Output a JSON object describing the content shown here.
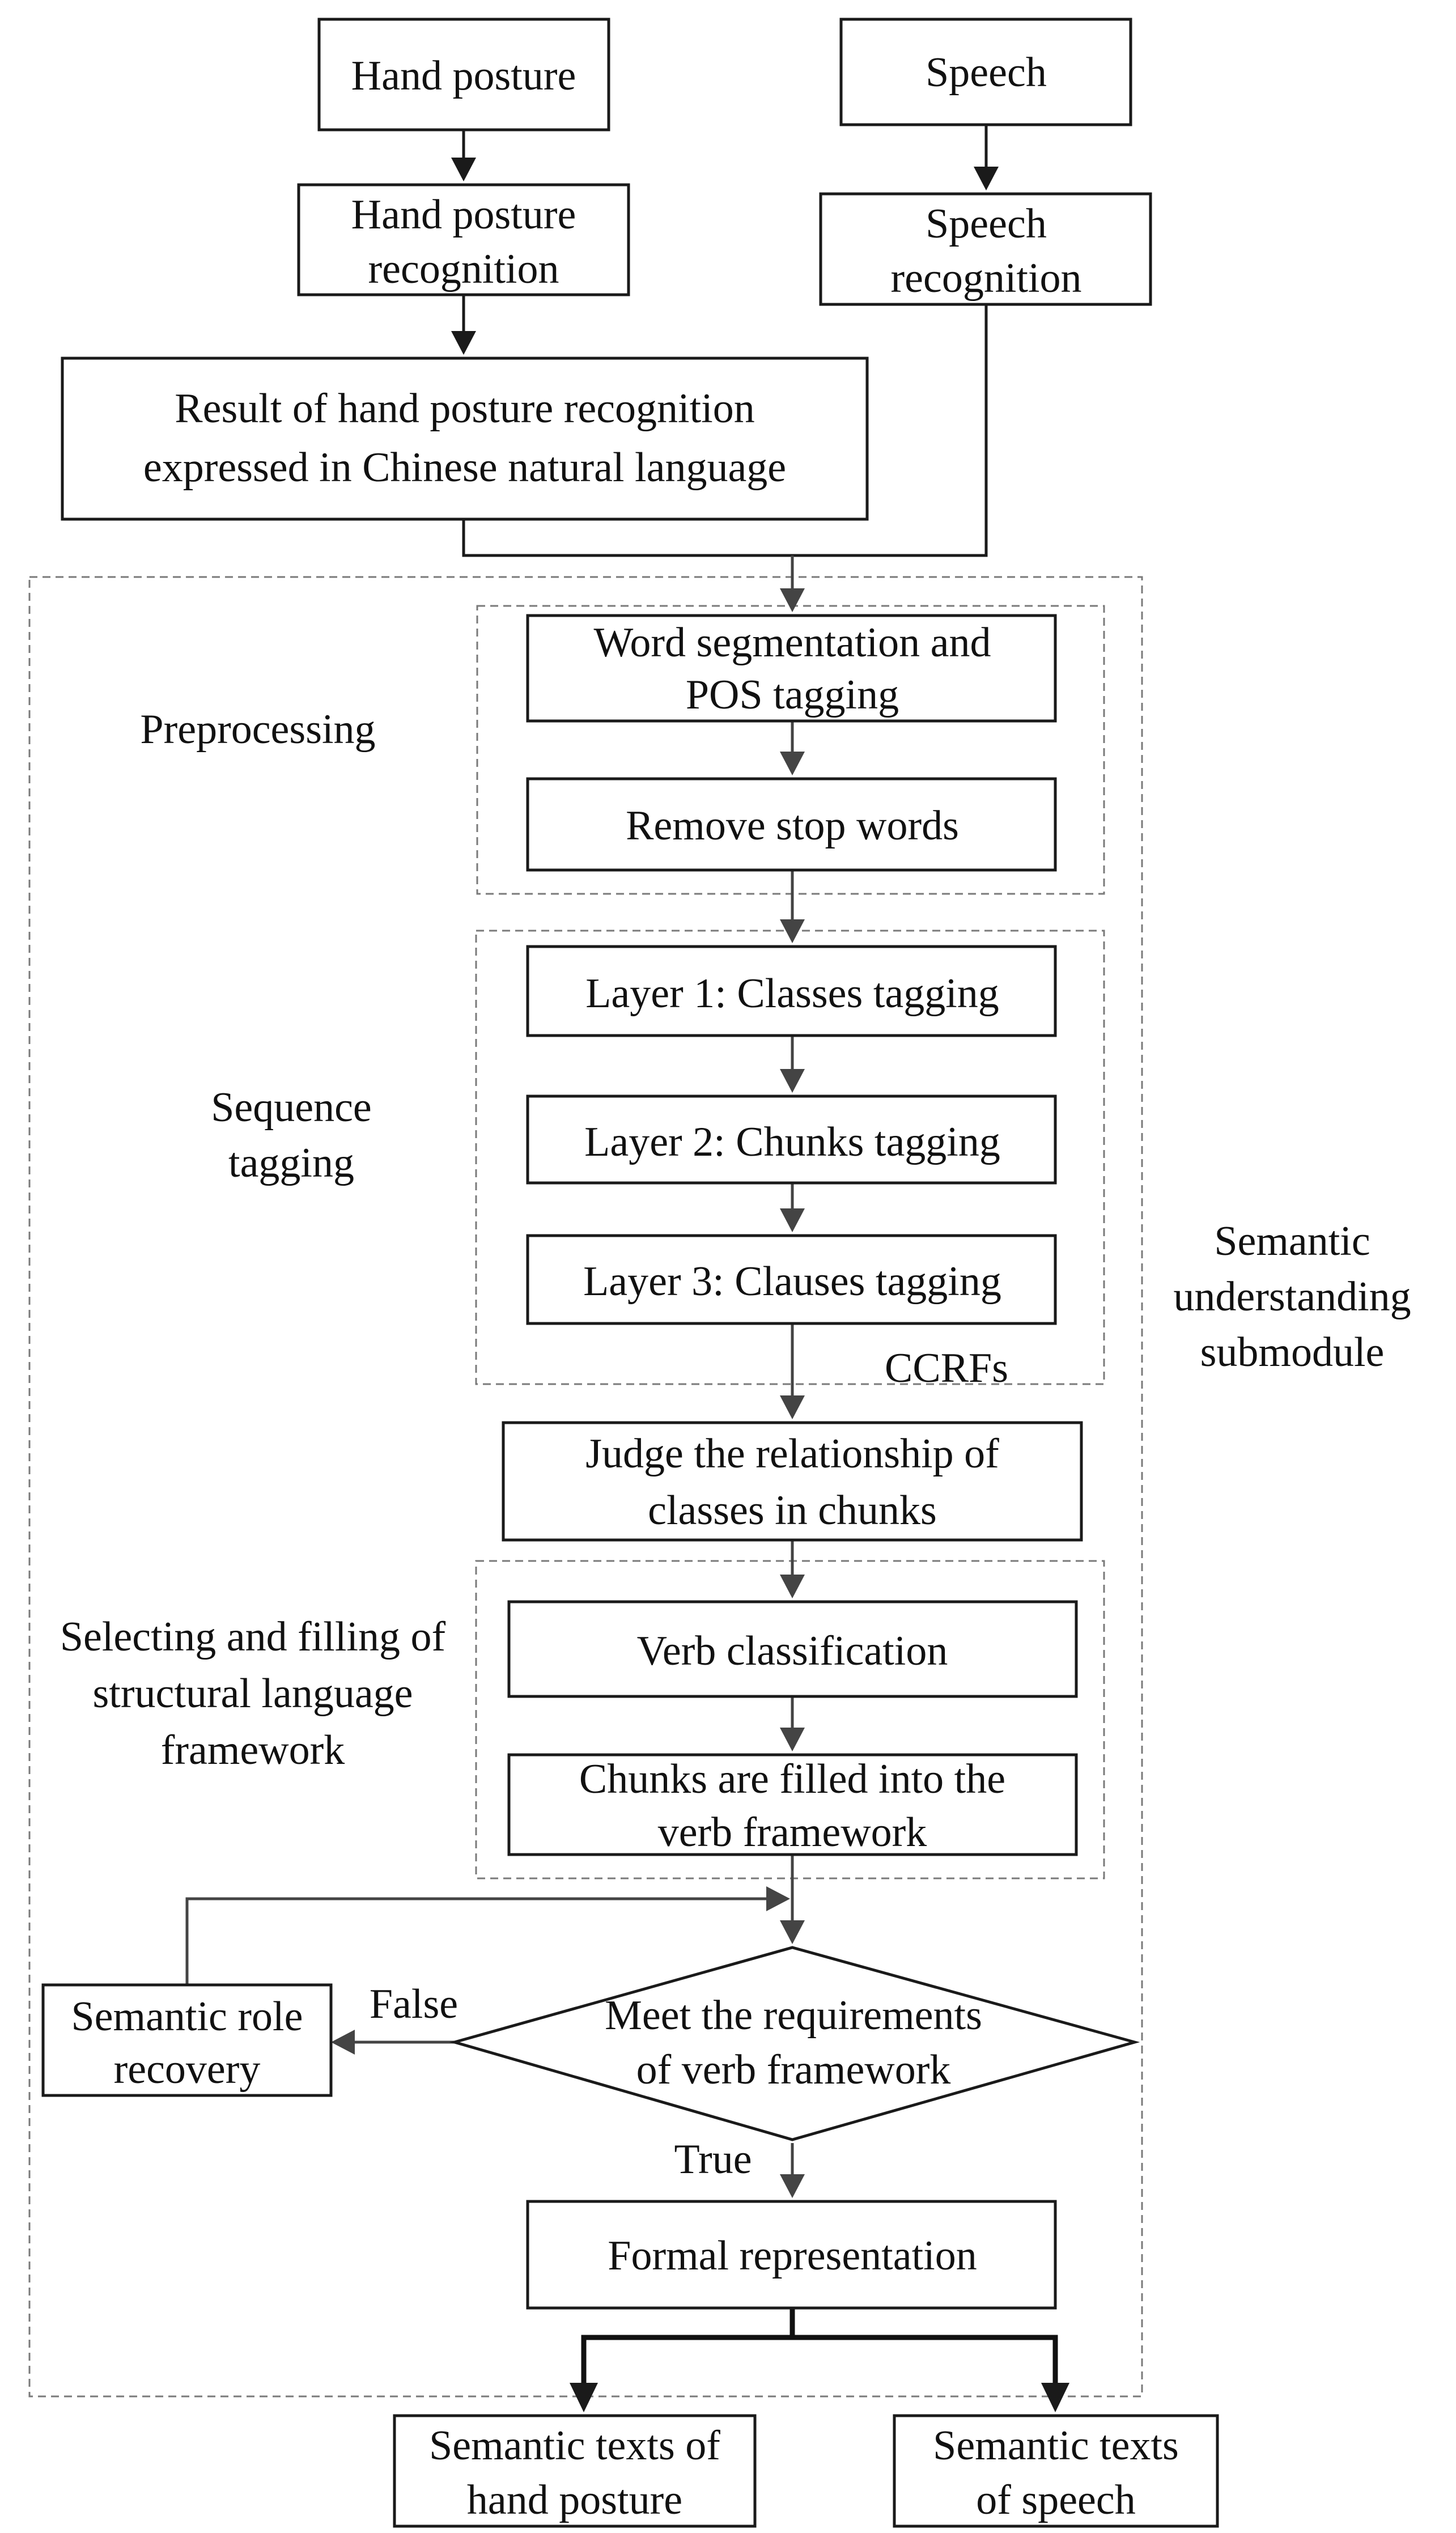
{
  "nodes": {
    "hand_posture": "Hand posture",
    "speech": "Speech",
    "hand_posture_recognition": [
      "Hand posture",
      "recognition"
    ],
    "speech_recognition": [
      "Speech",
      "recognition"
    ],
    "result_hand_posture": [
      "Result of hand posture recognition",
      "expressed in Chinese natural language"
    ],
    "word_segmentation": [
      "Word segmentation and",
      "POS tagging"
    ],
    "remove_stop_words": "Remove stop words",
    "layer1": "Layer 1: Classes tagging",
    "layer2": "Layer 2: Chunks tagging",
    "layer3": "Layer 3: Clauses tagging",
    "judge_relationship": [
      "Judge the relationship of",
      "classes in chunks"
    ],
    "verb_classification": "Verb classification",
    "chunks_filled": [
      "Chunks are filled into the",
      "verb framework"
    ],
    "decision": [
      "Meet the requirements",
      "of verb framework"
    ],
    "semantic_role_recovery": [
      "Semantic role",
      "recovery"
    ],
    "formal_representation": "Formal representation",
    "output_hand": [
      "Semantic texts of",
      "hand posture"
    ],
    "output_speech": [
      "Semantic texts",
      "of speech"
    ]
  },
  "groups": {
    "preprocessing": "Preprocessing",
    "sequence_tagging": [
      "Sequence",
      "tagging"
    ],
    "selecting_filling": [
      "Selecting and filling of",
      "structural language",
      "framework"
    ],
    "submodule": [
      "Semantic",
      "understanding",
      "submodule"
    ]
  },
  "edge_labels": {
    "ccrfs": "CCRFs",
    "false": "False",
    "true": "True"
  }
}
